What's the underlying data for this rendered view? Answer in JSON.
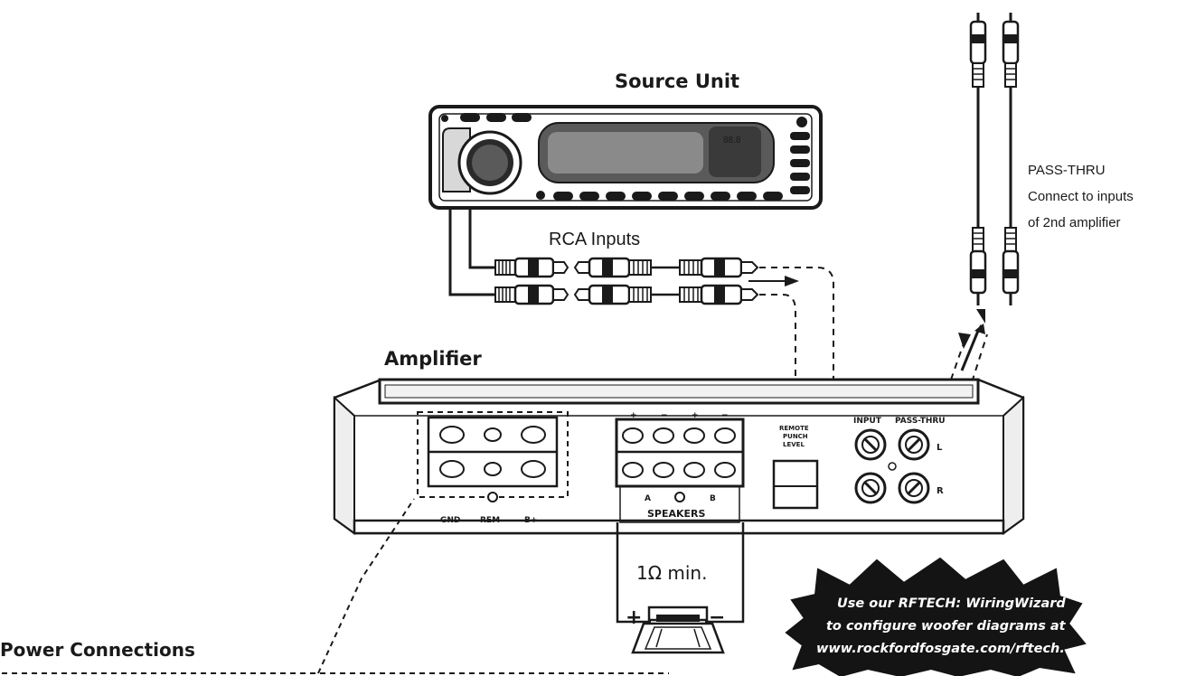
{
  "labels": {
    "source_unit": "Source Unit",
    "rca_inputs": "RCA Inputs",
    "pass_thru_title": "PASS-THRU",
    "pass_thru_line2": "Connect to inputs",
    "pass_thru_line3": "of 2nd amplifier",
    "amplifier": "Amplifier",
    "power_connections": "Power Connections",
    "ohm_min": "1Ω min.",
    "plus": "+",
    "minus": "−"
  },
  "amp_panel": {
    "gnd": "GND",
    "rem": "REM",
    "bplus": "B+",
    "speakers": "SPEAKERS",
    "channel_a": "A",
    "channel_b": "B",
    "terminal_signs": [
      "+",
      "−",
      "+",
      "−"
    ],
    "remote_line1": "REMOTE",
    "remote_line2": "PUNCH",
    "remote_line3": "LEVEL",
    "input": "INPUT",
    "pass_thru": "PASS-THRU",
    "left": "L",
    "right": "R"
  },
  "callout": {
    "line1": "Use our RFTECH: WiringWizard",
    "line2": "to configure woofer diagrams at",
    "line3": "www.rockfordfosgate.com/rftech."
  }
}
